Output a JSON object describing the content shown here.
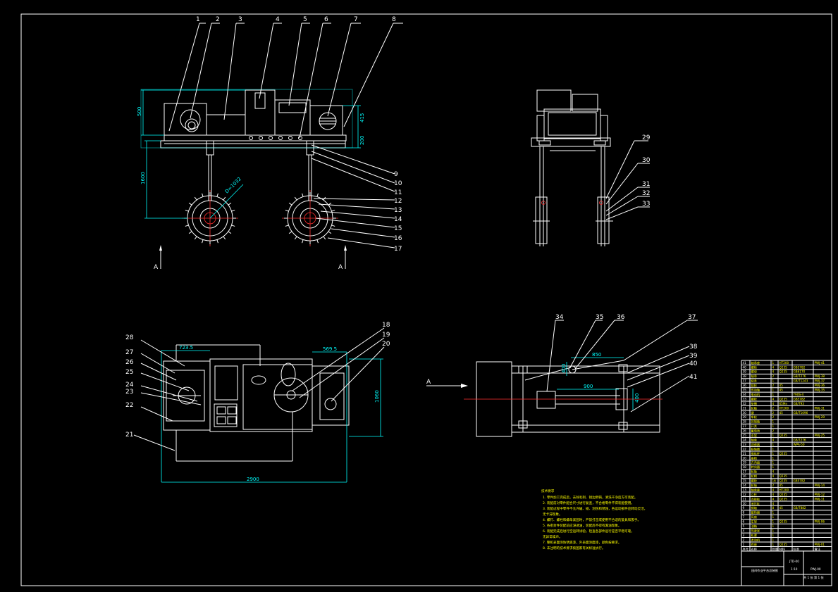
{
  "callouts_front": [
    "1",
    "2",
    "3",
    "4",
    "5",
    "6",
    "7",
    "8",
    "9",
    "10",
    "11",
    "12",
    "13",
    "14",
    "15",
    "16",
    "17"
  ],
  "callouts_side": [
    "29",
    "30",
    "31",
    "32",
    "33"
  ],
  "callouts_top": [
    "18",
    "19",
    "20",
    "21",
    "22",
    "23",
    "24",
    "25",
    "26",
    "27",
    "28"
  ],
  "callouts_section": [
    "34",
    "35",
    "36",
    "37",
    "38",
    "39",
    "40",
    "41"
  ],
  "dimensions": {
    "front_height": "500",
    "front_right_a": "415",
    "front_right_b": "200",
    "front_leg": "1600",
    "wheel_dia": "D=1032",
    "top_width_left": "723.5",
    "top_width_right": "569.5",
    "top_total": "2900",
    "top_depth": "1060",
    "sec_a": "850",
    "sec_b": "900",
    "sec_c": "400",
    "sec_d": "400"
  },
  "view_marks": {
    "section_left": "A",
    "section_right": "A",
    "arrow": "A"
  },
  "notes": {
    "title": "技术要求",
    "lines": [
      "1. 零件加工完成后，去除毛刺、锐边倒钝，清洗干净后方可装配。",
      "2. 装配前对零件配合尺寸进行复查，不合格零件不得装配使用。",
      "3. 装配过程中零件不允许磕、碰、划伤和锈蚀，各运动部件应转动灵活，",
      "   无卡滞现象。",
      "4. 螺钉、螺栓和螺母紧固时，严禁打击或使用不合适的旋具和扳手。",
      "5. 各密封件装配前应浸透油，装配后不得有漏油现象。",
      "6. 装配完成后进行空运转试验，检查各部件运行是否平稳可靠，",
      "   无异常噪声。",
      "7. 整机表面涂防锈底漆，外表面涂面漆，颜色按要求。",
      "8. 未注明的技术要求按国家有关标准执行。"
    ]
  },
  "title_block": {
    "drawing_no": "PWJ-00",
    "scale": "1:10",
    "sheet": "共 1 张 第 1 张",
    "material": "JTD-00",
    "name": "田间作业平台总装图"
  },
  "bom": {
    "headers": [
      "序号",
      "名称",
      "数量",
      "材料",
      "标准",
      "备注"
    ],
    "rows": [
      [
        "41",
        "轴承座",
        "1",
        "HT200",
        "",
        "PWJ-41"
      ],
      [
        "40",
        "螺栓",
        "4",
        "Q235",
        "GB5782",
        ""
      ],
      [
        "39",
        "螺母",
        "4",
        "Q235",
        "GB6170",
        ""
      ],
      [
        "38",
        "轴承",
        "2",
        "",
        "GB/T276",
        "PWJ-38"
      ],
      [
        "37",
        "链条",
        "1",
        "",
        "GB/T1243",
        "PWJ-37"
      ],
      [
        "36",
        "链轮",
        "2",
        "45",
        "",
        "PWJ-36"
      ],
      [
        "35",
        "传动轴",
        "1",
        "45",
        "",
        "PWJ-35"
      ],
      [
        "34",
        "电动机",
        "1",
        "",
        "Y90S-4",
        ""
      ],
      [
        "33",
        "螺栓",
        "4",
        "Q235",
        "GB5782",
        ""
      ],
      [
        "32",
        "垫圈",
        "4",
        "65Mn",
        "GB/T93",
        ""
      ],
      [
        "31",
        "轮毂",
        "2",
        "HT200",
        "",
        "PWJ-31"
      ],
      [
        "30",
        "键",
        "2",
        "45",
        "GB/T1096",
        ""
      ],
      [
        "29",
        "车轮",
        "2",
        "",
        "",
        "PWJ-29"
      ],
      [
        "28",
        "控制箱",
        "1",
        "",
        "",
        ""
      ],
      [
        "27",
        "开关",
        "1",
        "",
        "",
        ""
      ],
      [
        "26",
        "蓄电池",
        "2",
        "",
        "",
        ""
      ],
      [
        "25",
        "支架",
        "1",
        "Q235",
        "",
        "PWJ-25"
      ],
      [
        "24",
        "轴承",
        "4",
        "",
        "GB/T276",
        ""
      ],
      [
        "23",
        "减速器",
        "1",
        "",
        "WPA-50",
        ""
      ],
      [
        "22",
        "联轴器",
        "1",
        "",
        "",
        ""
      ],
      [
        "21",
        "操纵杆",
        "1",
        "Q235",
        "",
        ""
      ],
      [
        "20",
        "座椅",
        "1",
        "",
        "",
        ""
      ],
      [
        "19",
        "方向盘",
        "1",
        "",
        "",
        ""
      ],
      [
        "18",
        "转向器",
        "1",
        "",
        "",
        ""
      ],
      [
        "17",
        "轮胎",
        "4",
        "",
        "",
        ""
      ],
      [
        "16",
        "轮辋",
        "4",
        "Q235",
        "",
        ""
      ],
      [
        "15",
        "螺栓",
        "16",
        "Q235",
        "GB5782",
        ""
      ],
      [
        "14",
        "轮轴",
        "2",
        "45",
        "",
        "PWJ-14"
      ],
      [
        "13",
        "轴承座",
        "4",
        "HT200",
        "",
        ""
      ],
      [
        "12",
        "立柱",
        "4",
        "Q235",
        "",
        "PWJ-12"
      ],
      [
        "11",
        "连接板",
        "4",
        "Q235",
        "",
        "PWJ-11"
      ],
      [
        "10",
        "液压缸",
        "4",
        "",
        "",
        ""
      ],
      [
        "9",
        "销轴",
        "8",
        "45",
        "GB/T882",
        ""
      ],
      [
        "8",
        "散热器",
        "1",
        "",
        "",
        ""
      ],
      [
        "7",
        "风扇",
        "1",
        "",
        "",
        ""
      ],
      [
        "6",
        "车架",
        "1",
        "Q235",
        "",
        "PWJ-06"
      ],
      [
        "5",
        "油箱",
        "1",
        "",
        "",
        ""
      ],
      [
        "4",
        "驾驶室",
        "1",
        "",
        "",
        ""
      ],
      [
        "3",
        "机罩",
        "1",
        "",
        "",
        ""
      ],
      [
        "2",
        "发动机",
        "1",
        "",
        "",
        ""
      ],
      [
        "1",
        "底座",
        "1",
        "Q235",
        "",
        "PWJ-01"
      ]
    ]
  },
  "colors": {
    "outline": "#ffffff",
    "dimension": "#00ffff",
    "centerline": "#ff3030",
    "notes": "#ffff00",
    "background": "#000000"
  }
}
